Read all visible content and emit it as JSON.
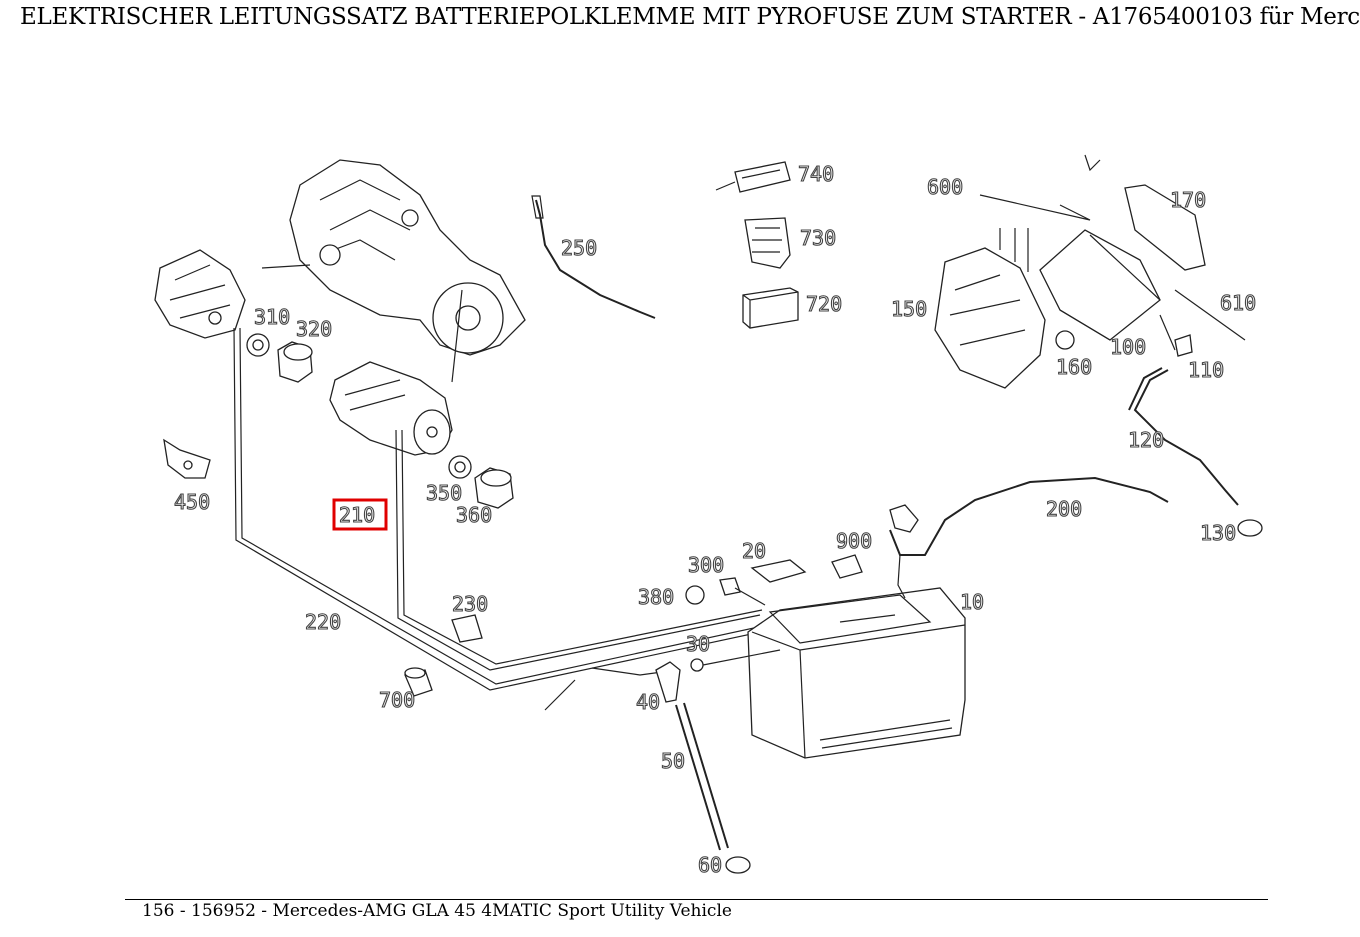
{
  "header": {
    "title": "ELEKTRISCHER LEITUNGSSATZ BATTERIEPOLKLEMME MIT PYROFUSE ZUM STARTER - A1765400103 für Merc"
  },
  "footer": {
    "text": "156 - 156952 - Mercedes-AMG GLA 45 4MATIC Sport Utility Vehicle"
  },
  "highlight": {
    "label": "210",
    "color": "#e00000"
  },
  "parts": {
    "p10": "10",
    "p20": "20",
    "p30": "30",
    "p40": "40",
    "p50": "50",
    "p60": "60",
    "p100": "100",
    "p110": "110",
    "p120": "120",
    "p130": "130",
    "p150": "150",
    "p160": "160",
    "p170": "170",
    "p200": "200",
    "p210": "210",
    "p220": "220",
    "p230": "230",
    "p250": "250",
    "p300": "300",
    "p310": "310",
    "p320": "320",
    "p350": "350",
    "p360": "360",
    "p380": "380",
    "p450": "450",
    "p600": "600",
    "p610": "610",
    "p700": "700",
    "p720": "720",
    "p730": "730",
    "p740": "740",
    "p900": "900"
  }
}
